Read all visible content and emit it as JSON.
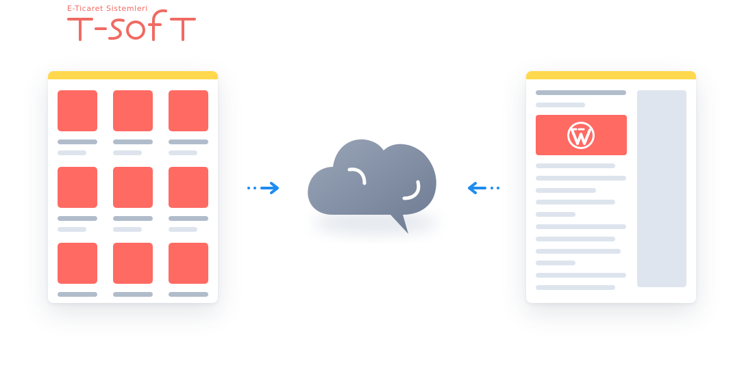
{
  "brand": {
    "tagline": "E-Ticaret Sistemleri",
    "wordmark": "T-SOFT",
    "color": "#f06a63"
  },
  "colors": {
    "accent_yellow": "#ffd84d",
    "tile_red": "#ff6a63",
    "bar_dark": "#b1bccb",
    "bar_light": "#dde4ed",
    "sidebar": "#dfe5ee",
    "arrow_blue": "#1d8cf0",
    "cloud_start": "#9aa5b7",
    "cloud_end": "#6c7a92"
  },
  "diagram": {
    "left_card": {
      "icon": "product-grid-icon",
      "rows": 3,
      "columns": 3
    },
    "center": {
      "icon": "cloud-sync-icon"
    },
    "right_card": {
      "icon": "wordpress-icon"
    },
    "arrows": [
      "arrow-right-icon",
      "arrow-left-icon"
    ]
  }
}
